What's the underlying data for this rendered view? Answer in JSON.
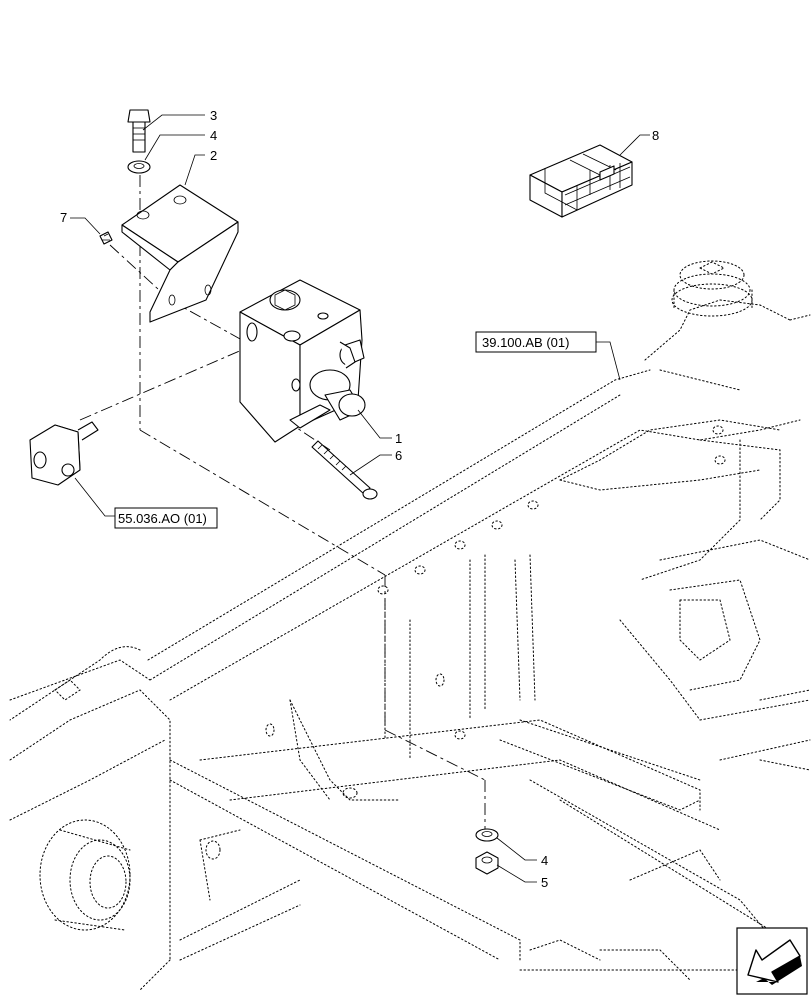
{
  "callouts": {
    "c1": "1",
    "c2": "2",
    "c3": "3",
    "c4_top": "4",
    "c4_bottom": "4",
    "c5": "5",
    "c6": "6",
    "c7": "7",
    "c8": "8"
  },
  "references": {
    "frame": "39.100.AB (01)",
    "sensor": "55.036.AO (01)"
  },
  "icons": {
    "nav": "arrow-down-left-icon"
  }
}
